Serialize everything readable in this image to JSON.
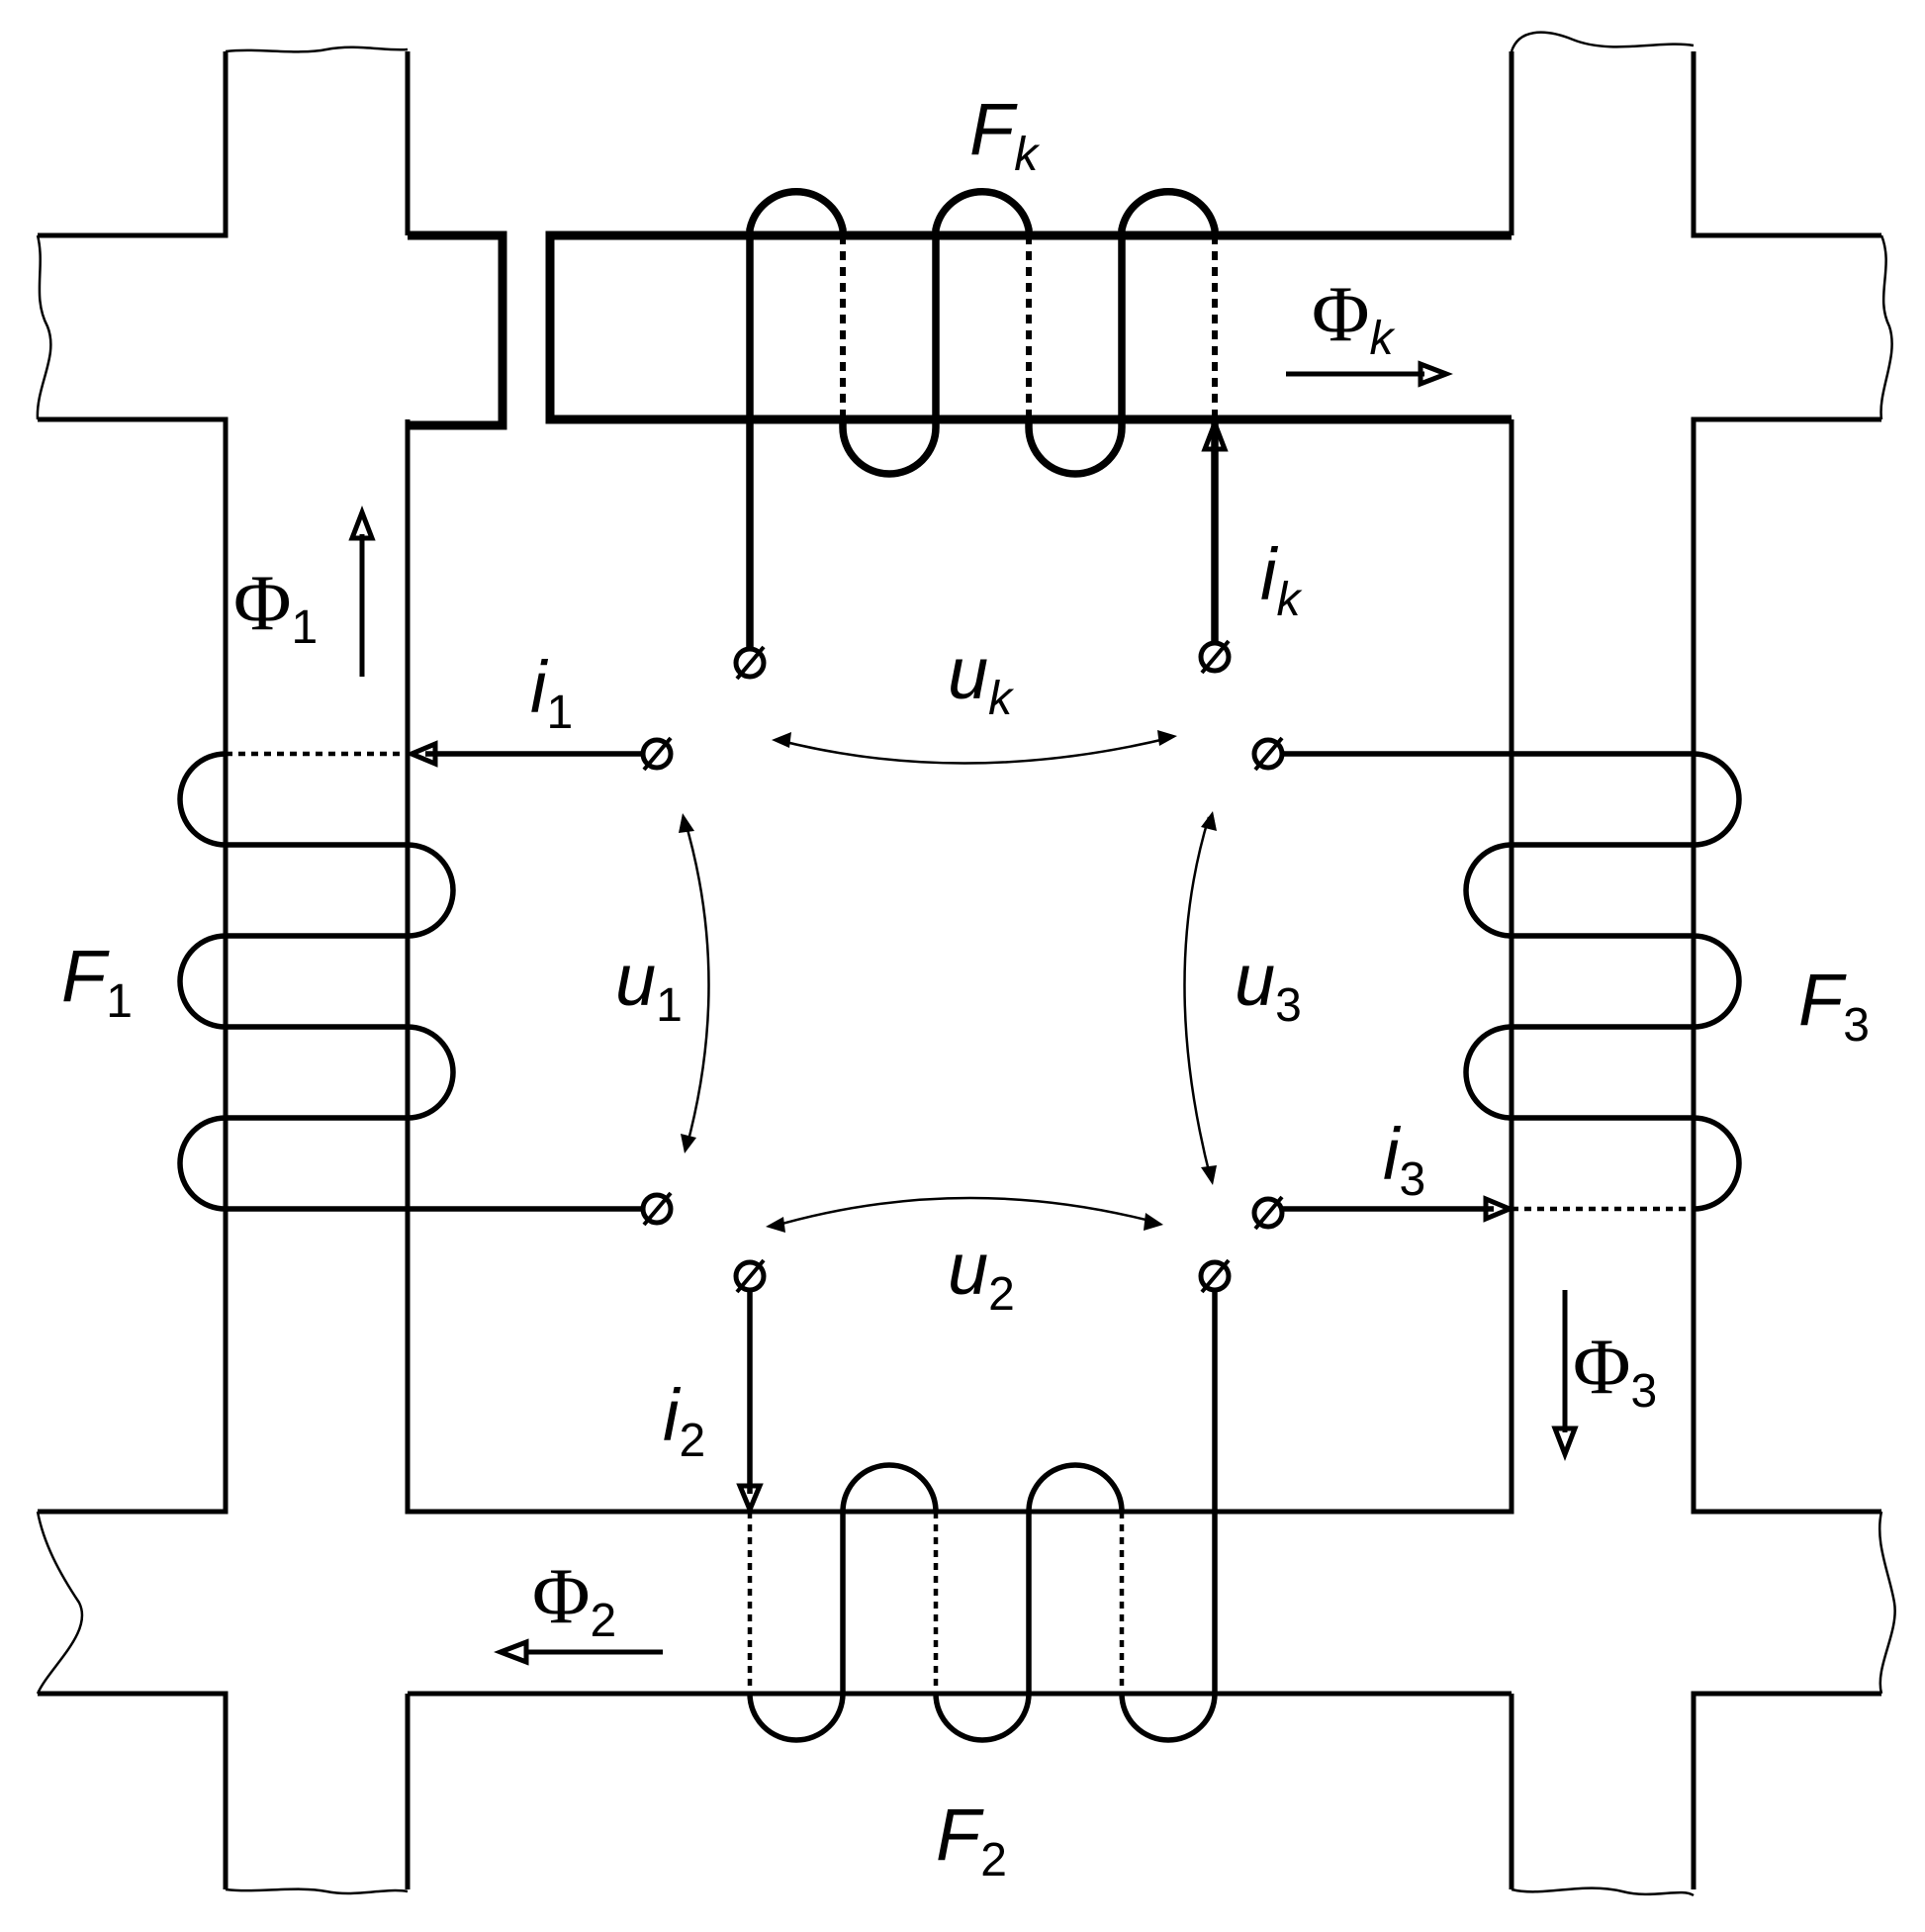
{
  "labels": {
    "Fk": {
      "main": "F",
      "sub": "k",
      "sub_italic": true
    },
    "F1": {
      "main": "F",
      "sub": "1",
      "sub_italic": false
    },
    "F2": {
      "main": "F",
      "sub": "2",
      "sub_italic": false
    },
    "F3": {
      "main": "F",
      "sub": "3",
      "sub_italic": false
    },
    "PhiK": {
      "main": "Φ",
      "sub": "k",
      "sub_italic": true
    },
    "Phi1": {
      "main": "Φ",
      "sub": "1",
      "sub_italic": false
    },
    "Phi2": {
      "main": "Φ",
      "sub": "2",
      "sub_italic": false
    },
    "Phi3": {
      "main": "Φ",
      "sub": "3",
      "sub_italic": false
    },
    "ik": {
      "main": "i",
      "sub": "k",
      "sub_italic": true
    },
    "i1": {
      "main": "i",
      "sub": "1",
      "sub_italic": false
    },
    "i2": {
      "main": "i",
      "sub": "2",
      "sub_italic": false
    },
    "i3": {
      "main": "i",
      "sub": "3",
      "sub_italic": false
    },
    "uk": {
      "main": "u",
      "sub": "k",
      "sub_italic": true
    },
    "u1": {
      "main": "u",
      "sub": "1",
      "sub_italic": false
    },
    "u2": {
      "main": "u",
      "sub": "2",
      "sub_italic": false
    },
    "u3": {
      "main": "u",
      "sub": "3",
      "sub_italic": false
    }
  }
}
